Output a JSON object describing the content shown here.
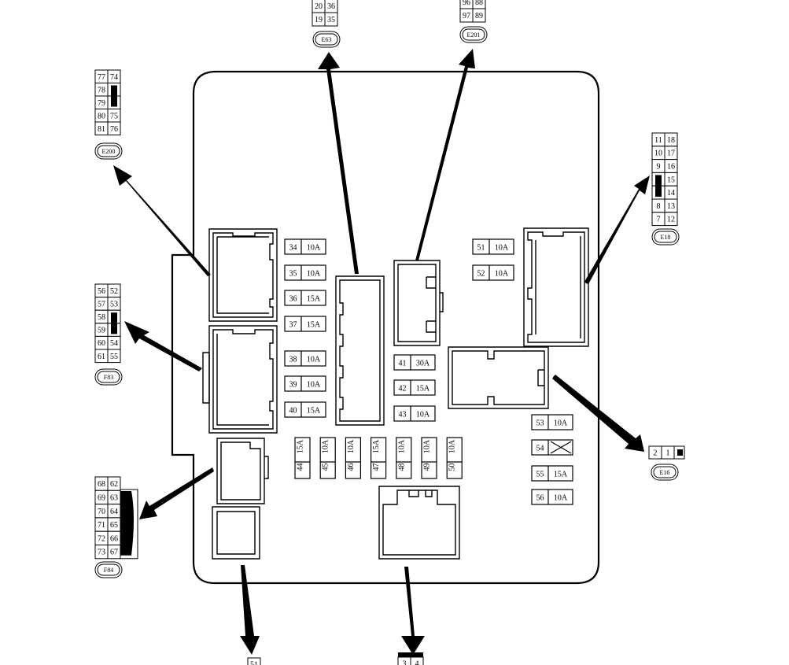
{
  "colors": {
    "line": "#000000",
    "background": "#ffffff"
  },
  "connectors": {
    "E63": {
      "label": "E63",
      "cells": [
        [
          "20",
          "36"
        ],
        [
          "19",
          "35"
        ]
      ]
    },
    "E201": {
      "label": "E201",
      "cells": [
        [
          "96",
          "88"
        ],
        [
          "97",
          "89"
        ]
      ]
    },
    "E200": {
      "label": "E200",
      "cells": [
        [
          "77",
          "74"
        ],
        [
          "78",
          ""
        ],
        [
          "79",
          ""
        ],
        [
          "80",
          "75"
        ],
        [
          "81",
          "76"
        ]
      ]
    },
    "E18": {
      "label": "E18",
      "cells": [
        [
          "11",
          "18"
        ],
        [
          "10",
          "17"
        ],
        [
          "9",
          "16"
        ],
        [
          "",
          "15"
        ],
        [
          "",
          "14"
        ],
        [
          "8",
          "13"
        ],
        [
          "7",
          "12"
        ]
      ]
    },
    "F83": {
      "label": "F83",
      "cells": [
        [
          "56",
          "52"
        ],
        [
          "57",
          "53"
        ],
        [
          "58",
          ""
        ],
        [
          "59",
          ""
        ],
        [
          "60",
          "54"
        ],
        [
          "61",
          "55"
        ]
      ]
    },
    "F84": {
      "label": "F84",
      "cells": [
        [
          "68",
          "62"
        ],
        [
          "69",
          "63"
        ],
        [
          "70",
          "64"
        ],
        [
          "71",
          "65"
        ],
        [
          "72",
          "66"
        ],
        [
          "73",
          "67"
        ]
      ]
    },
    "E16": {
      "label": "E16",
      "cells": [
        [
          "2",
          "1"
        ]
      ]
    },
    "bottom_left": {
      "cells": [
        [
          "51"
        ]
      ]
    },
    "bottom_right": {
      "cells": [
        [
          "3",
          "4"
        ]
      ]
    }
  },
  "fuses_horizontal": [
    {
      "no": "34",
      "amp": "10A"
    },
    {
      "no": "35",
      "amp": "10A"
    },
    {
      "no": "36",
      "amp": "15A"
    },
    {
      "no": "37",
      "amp": "15A"
    },
    {
      "no": "38",
      "amp": "10A"
    },
    {
      "no": "39",
      "amp": "10A"
    },
    {
      "no": "40",
      "amp": "15A"
    },
    {
      "no": "41",
      "amp": "30A"
    },
    {
      "no": "42",
      "amp": "15A"
    },
    {
      "no": "43",
      "amp": "10A"
    },
    {
      "no": "51",
      "amp": "10A"
    },
    {
      "no": "52",
      "amp": "10A"
    },
    {
      "no": "53",
      "amp": "10A"
    },
    {
      "no": "54",
      "amp": ""
    },
    {
      "no": "55",
      "amp": "15A"
    },
    {
      "no": "56",
      "amp": "10A"
    }
  ],
  "fuses_vertical": [
    {
      "no": "44",
      "amp": "15A"
    },
    {
      "no": "45",
      "amp": "10A"
    },
    {
      "no": "46",
      "amp": "10A"
    },
    {
      "no": "47",
      "amp": "15A"
    },
    {
      "no": "48",
      "amp": "10A"
    },
    {
      "no": "49",
      "amp": "10A"
    },
    {
      "no": "50",
      "amp": "10A"
    }
  ]
}
